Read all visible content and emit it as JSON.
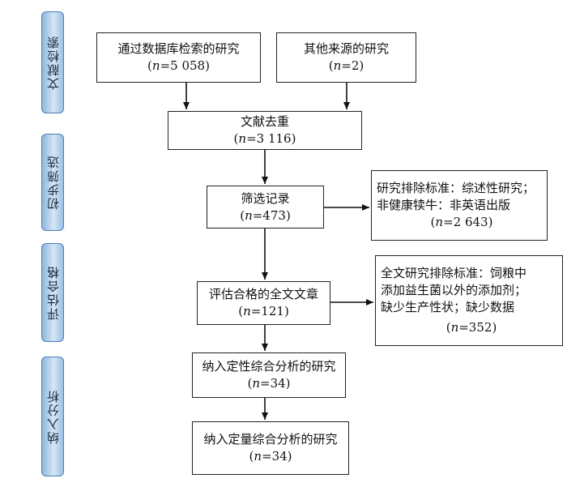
{
  "stages": [
    "文献检索",
    "初步筛选",
    "评估合格",
    "纳入分析"
  ],
  "boxes": {
    "database": {
      "label": "通过数据库检索的研究",
      "n": "=5 058"
    },
    "other": {
      "label": "其他来源的研究",
      "n": "=2"
    },
    "dedup": {
      "label": "文献去重",
      "n": "=3 116"
    },
    "screen": {
      "label": "筛选记录",
      "n": "=473"
    },
    "exclude1": {
      "lines": [
        "研究排除标准：综述性研究；",
        "非健康犊牛：非英语出版"
      ],
      "n": "=2 643"
    },
    "fulltext": {
      "label": "评估合格的全文文章",
      "n": "=121"
    },
    "exclude2": {
      "lines": [
        "全文研究排除标准：饲粮中",
        "添加益生菌以外的添加剂；",
        "缺少生产性状；缺少数据"
      ],
      "n": "=352"
    },
    "qualitative": {
      "label": "纳入定性综合分析的研究",
      "n": "=34"
    },
    "quantitative": {
      "label": "纳入定量综合分析的研究",
      "n": "=34"
    }
  },
  "n_symbol": "n",
  "colors": {
    "stage_fill": "#bcd4ee",
    "stage_border": "#4a7fb5",
    "box_border": "#222222"
  }
}
